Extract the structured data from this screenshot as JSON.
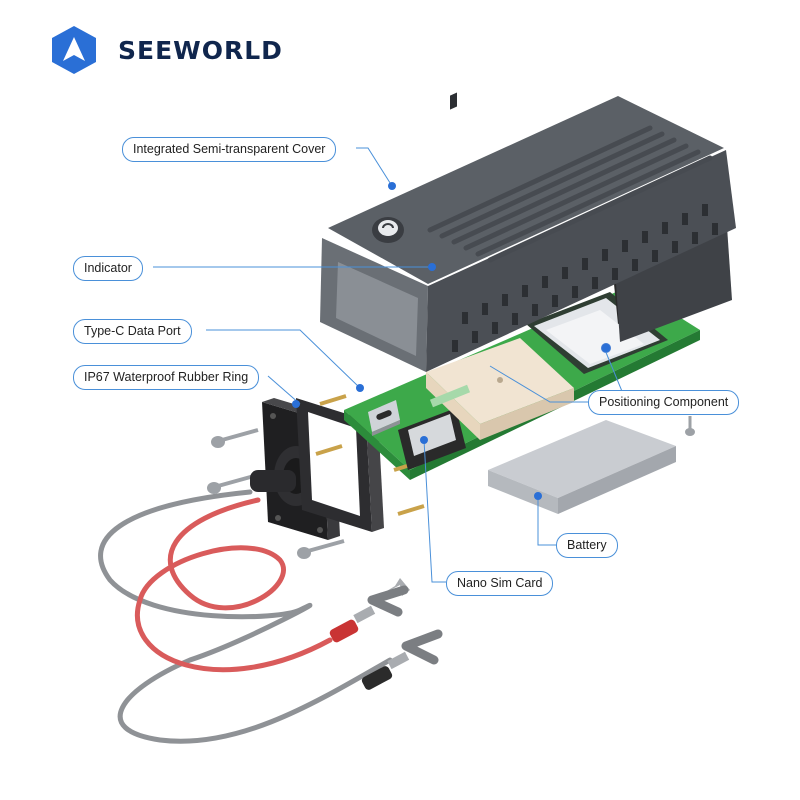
{
  "brand": {
    "name": "SEEWORLD"
  },
  "callouts": {
    "cover": "Integrated Semi-transparent Cover",
    "indicator": "Indicator",
    "typec": "Type-C Data Port",
    "ring": "IP67 Waterproof Rubber Ring",
    "positioning": "Positioning Component",
    "battery": "Battery",
    "sim": "Nano Sim Card"
  },
  "colors": {
    "brand_blue": "#2a6fd6",
    "brand_text": "#10264d",
    "callout_line": "#4a90d9",
    "housing": "#5b6066",
    "pcb": "#3da94a",
    "wire_red": "#d95b5b",
    "wire_gray": "#8f9296"
  }
}
